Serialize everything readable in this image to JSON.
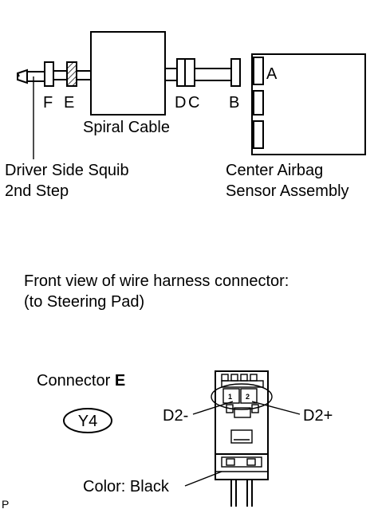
{
  "top_diagram": {
    "labels": {
      "F": "F",
      "E": "E",
      "D": "D",
      "C": "C",
      "B": "B",
      "A": "A"
    },
    "spiral_cable": "Spiral Cable",
    "squib_line1": "Driver Side Squib",
    "squib_line2": "2nd Step",
    "sensor_line1": "Center Airbag",
    "sensor_line2": "Sensor Assembly"
  },
  "front_view": {
    "line1": "Front view of wire harness connector:",
    "line2": "(to Steering Pad)"
  },
  "connector": {
    "name_prefix": "Connector ",
    "name_letter": "E",
    "code": "Y4",
    "pin_left": "D2-",
    "pin_right": "D2+",
    "pin1": "1",
    "pin2": "2",
    "color_label": "Color: Black"
  },
  "corner_mark": "P"
}
